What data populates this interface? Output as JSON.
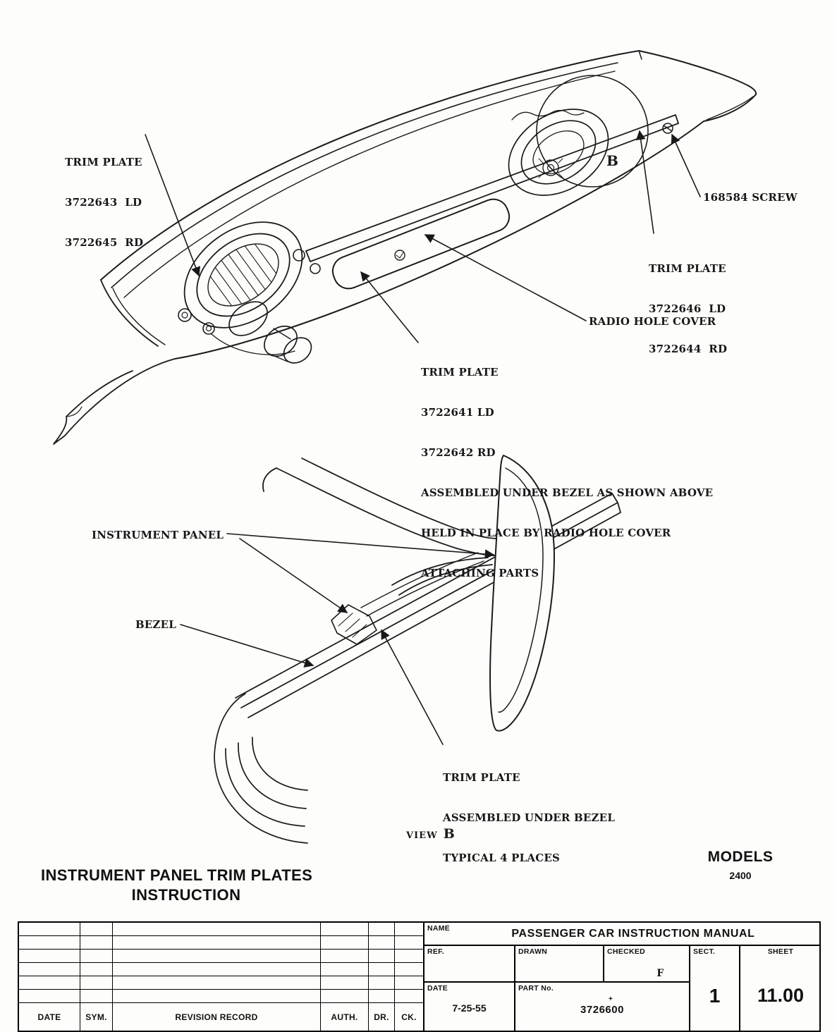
{
  "page": {
    "main_title_line1": "INSTRUMENT PANEL TRIM PLATES",
    "main_title_line2": "INSTRUCTION",
    "models_label": "MODELS",
    "models_value": "2400",
    "view_label": "VIEW",
    "view_letter": "B"
  },
  "callouts": {
    "trim_plate_left": [
      "TRIM PLATE",
      "3722643  LD",
      "3722645  RD"
    ],
    "screw_label": "168584 SCREW",
    "trim_plate_right": [
      "TRIM PLATE",
      "3722646  LD",
      "3722644  RD"
    ],
    "radio_hole_cover_label": "RADIO HOLE COVER",
    "trim_plate_center": [
      "TRIM PLATE",
      "3722641 LD",
      "3722642 RD",
      "ASSEMBLED UNDER BEZEL AS SHOWN ABOVE",
      "HELD IN PLACE BY RADIO HOLE COVER",
      "ATTACHING PARTS"
    ],
    "instrument_panel_label": "INSTRUMENT PANEL",
    "bezel_label": "BEZEL",
    "trim_plate_view": [
      "TRIM PLATE",
      "ASSEMBLED UNDER BEZEL",
      "TYPICAL 4 PLACES"
    ],
    "section_marker": "B"
  },
  "title_block": {
    "name_label": "NAME",
    "name_value": "PASSENGER CAR INSTRUCTION MANUAL",
    "ref_label": "REF.",
    "drawn_label": "DRAWN",
    "checked_label": "CHECKED",
    "checked_value": "F",
    "sect_label": "SECT.",
    "sect_value": "1",
    "sheet_label": "SHEET",
    "sheet_value": "11.00",
    "date_label": "DATE",
    "date_value": "7-25-55",
    "part_label": "PART No.",
    "part_mark": "+",
    "part_value": "3726600",
    "revision_headers": [
      "DATE",
      "SYM.",
      "REVISION RECORD",
      "AUTH.",
      "DR.",
      "CK."
    ]
  }
}
